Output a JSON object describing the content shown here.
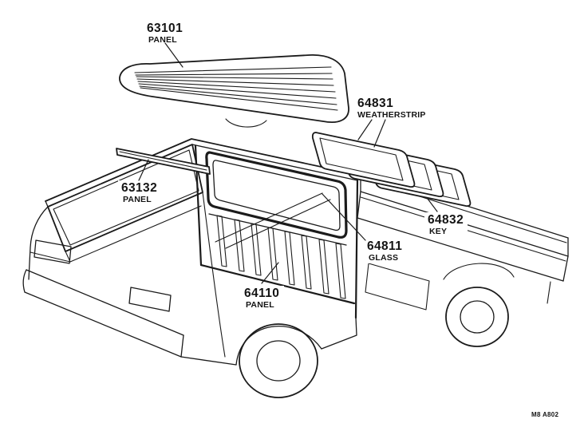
{
  "page": {
    "background_color": "#ffffff",
    "line_color": "#1b1b1b"
  },
  "diagram": {
    "type": "exploded-parts-diagram",
    "subject": "cab-over truck rear panel, roof panel and back window",
    "footnote": "M8 A802",
    "labels": [
      {
        "part_number": "63101",
        "part_name": "PANEL"
      },
      {
        "part_number": "64831",
        "part_name": "WEATHERSTRIP"
      },
      {
        "part_number": "63132",
        "part_name": "PANEL"
      },
      {
        "part_number": "64832",
        "part_name": "KEY"
      },
      {
        "part_number": "64811",
        "part_name": "GLASS"
      },
      {
        "part_number": "64110",
        "part_name": "PANEL"
      }
    ]
  }
}
